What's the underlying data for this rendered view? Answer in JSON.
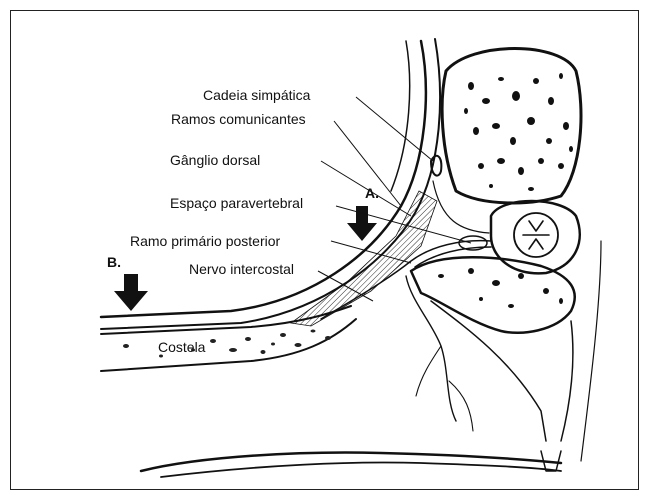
{
  "labels": {
    "cadeia_simpatica": "Cadeia simpática",
    "ramos_comunicantes": "Ramos comunicantes",
    "ganglio_dorsal": "Gânglio dorsal",
    "espaco_paravertebral": "Espaço paravertebral",
    "ramo_primario_posterior": "Ramo primário posterior",
    "nervo_intercostal": "Nervo intercostal",
    "costela": "Costela"
  },
  "markers": {
    "a": "A.",
    "b": "B."
  },
  "colors": {
    "ink": "#111111",
    "background": "#ffffff"
  }
}
